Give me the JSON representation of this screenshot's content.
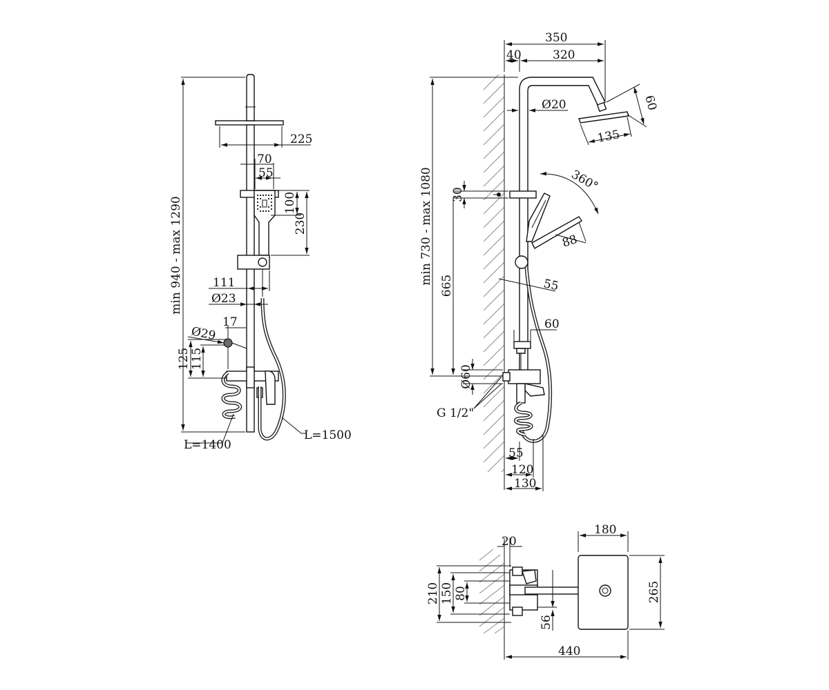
{
  "front_view": {
    "overall_height": "min 940 - max 1290",
    "head_width": "225",
    "slider_width_outer": "70",
    "slider_width_inner": "55",
    "handshower_length": "100",
    "holder_height": "230",
    "offset_111": "111",
    "pipe_diameter": "Ø23",
    "outlet_offset": "17",
    "outlet_diameter": "Ø29",
    "outlet_height_outer": "125",
    "outlet_height_inner": "115",
    "hose_small": "L=1400",
    "hose_large": "L=1500"
  },
  "side_view": {
    "overall_height": "min 730 - max 1080",
    "arm_total": "350",
    "wall_gap": "40",
    "arm_length": "320",
    "pipe_diameter": "Ø20",
    "head_height": "60",
    "head_width": "135",
    "rotation": "360°",
    "slider_offset": "30",
    "handshower_angle": "88",
    "mixer_to_slider": "665",
    "holder_depth": "55",
    "holder_offset": "60",
    "connection_diameter": "Ø60",
    "thread": "G 1/2\"",
    "depth_55": "55",
    "depth_120": "120",
    "depth_130": "130"
  },
  "top_view": {
    "wall_gap": "20",
    "head_width": "180",
    "height_210": "210",
    "height_150": "150",
    "height_80": "80",
    "depth_56": "56",
    "head_length": "265",
    "total_length": "440"
  }
}
